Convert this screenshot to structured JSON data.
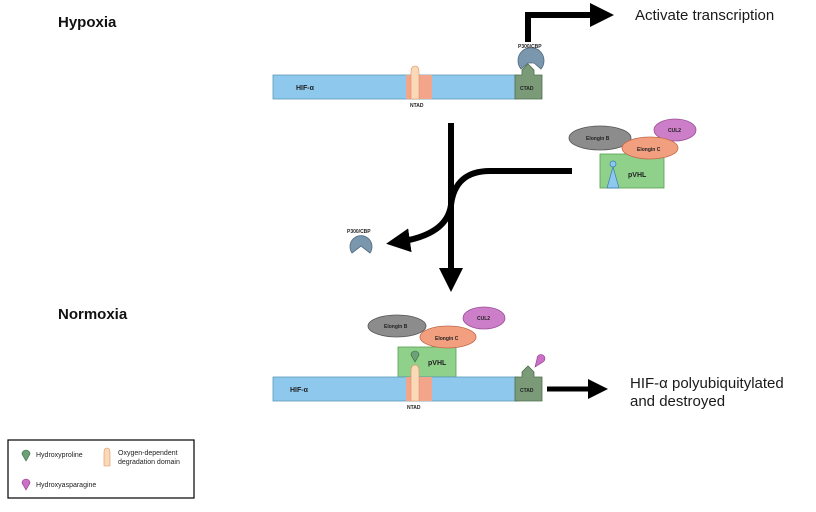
{
  "titles": {
    "hypoxia": "Hypoxia",
    "normoxia": "Normoxia"
  },
  "hypoxia": {
    "protein_label": "HIF-α",
    "ntad_label": "NTAD",
    "ctad_label": "CTAD",
    "coactivator_label": "P300/CBP",
    "outcome": "Activate transcription"
  },
  "complex": {
    "elongin_b": "Elongin B",
    "elongin_c": "Elongin C",
    "cul2": "CUL2",
    "pvhl": "pVHL"
  },
  "released_coactivator_label": "P300/CBP",
  "normoxia": {
    "protein_label": "HIF-α",
    "ntad_label": "NTAD",
    "ctad_label": "CTAD",
    "elongin_b": "Elongin B",
    "elongin_c": "Elongin C",
    "cul2": "CUL2",
    "pvhl": "pVHL",
    "outcome_line1": "HIF-α polyubiquitylated",
    "outcome_line2": "and destroyed"
  },
  "legend": {
    "hydroxyproline": "Hydroxyproline",
    "odd_line1": "Oxygen-dependent",
    "odd_line2": "degradation domain",
    "hydroxyasparagine": "Hydroxyasparagine"
  },
  "colors": {
    "hif_bar": "#8ec8ec",
    "odd": "#f2a58a",
    "odd_core": "#f9d9b8",
    "ctad": "#7a9a78",
    "p300": "#7b97ad",
    "elongin_b": "#8c8c8c",
    "elongin_c": "#f29f80",
    "cul2": "#cc7ec8",
    "pvhl": "#8fd08a",
    "hydroxyproline": "#6fa07a",
    "hydroxyasparagine": "#cc6fc6"
  }
}
